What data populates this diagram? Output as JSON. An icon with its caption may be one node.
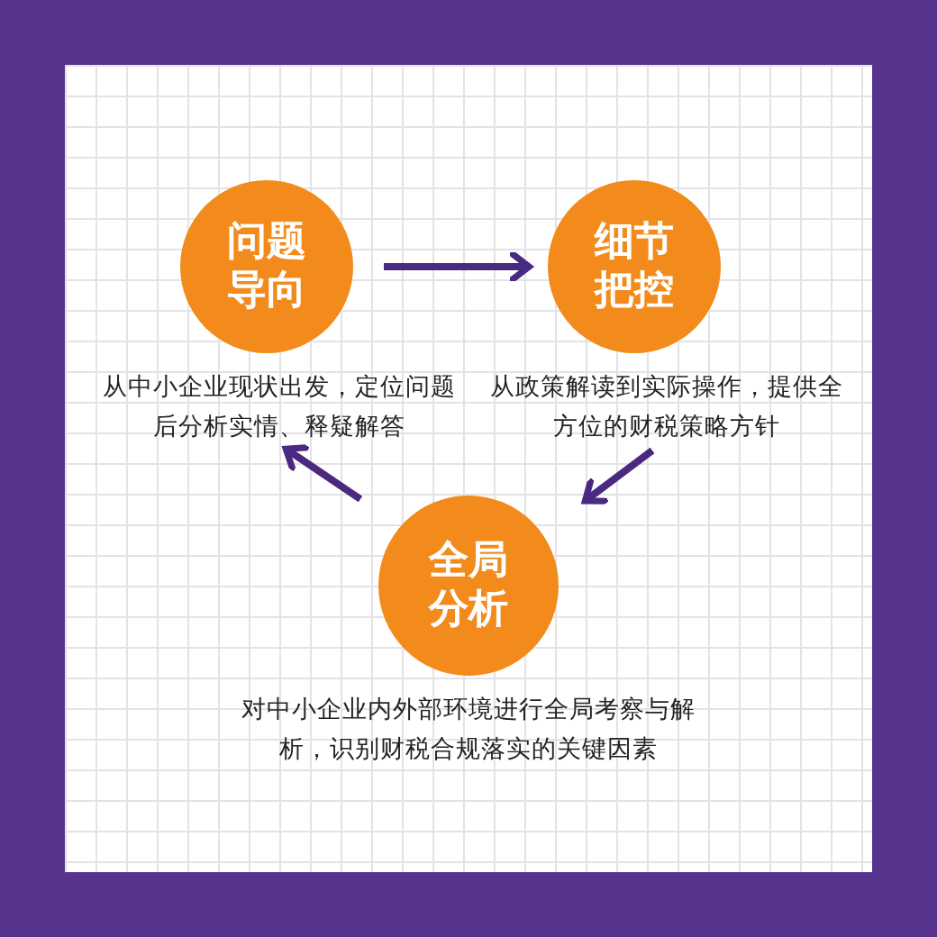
{
  "diagram": {
    "nodes": [
      {
        "text": [
          "问题导向"
        ],
        "beside": [
          "从中小企业现状出发，定位问题后分析实情、释疑解答"
        ]
      },
      {
        "text": [
          "细节把控"
        ],
        "beside": [
          "从政策解读到实际操作，提供全方位的财税策略方针"
        ]
      },
      {
        "text": [
          "全局分析"
        ],
        "beside": [
          "对中小企业内外部环境进行全局考察与解析，识别财税合规落实的关键因素"
        ]
      }
    ],
    "edges": [
      {
        "from": 0,
        "to": 1,
        "arrow": "to"
      },
      {
        "from": 1,
        "to": 2,
        "arrow": "to"
      },
      {
        "from": 2,
        "to": 0,
        "arrow": "to"
      }
    ]
  }
}
